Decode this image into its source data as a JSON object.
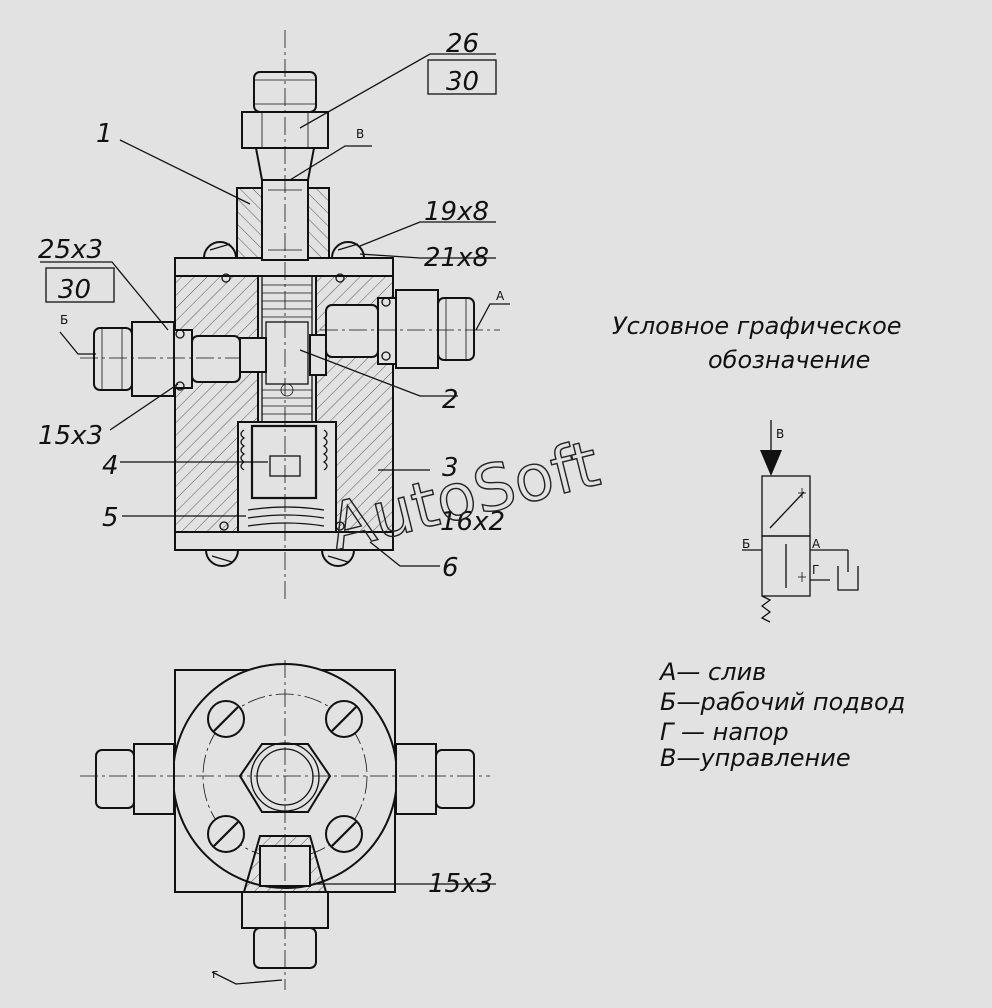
{
  "callouts": {
    "c26": "26",
    "c30_top": "30",
    "c1": "1",
    "cV": "В",
    "c19x8": "19x8",
    "c21x8": "21x8",
    "c25x3": "25x3",
    "c30_left": "30",
    "cB": "Б",
    "cA": "А",
    "c2": "2",
    "c15x3_left": "15x3",
    "c4": "4",
    "c3": "3",
    "c5": "5",
    "c6": "6",
    "c16x2": "16x2",
    "c15x3_bottom": "15x3",
    "cG": "г"
  },
  "symbol": {
    "title_line1": "Условное графическое",
    "title_line2": "обозначение",
    "port_v": "В",
    "port_b": "Б",
    "port_a": "А",
    "port_g": "Г"
  },
  "legend": [
    "А—  слив",
    "Б—рабочий подвод",
    "Г —  напор",
    "В—управление"
  ],
  "watermark": "AutoSoft"
}
